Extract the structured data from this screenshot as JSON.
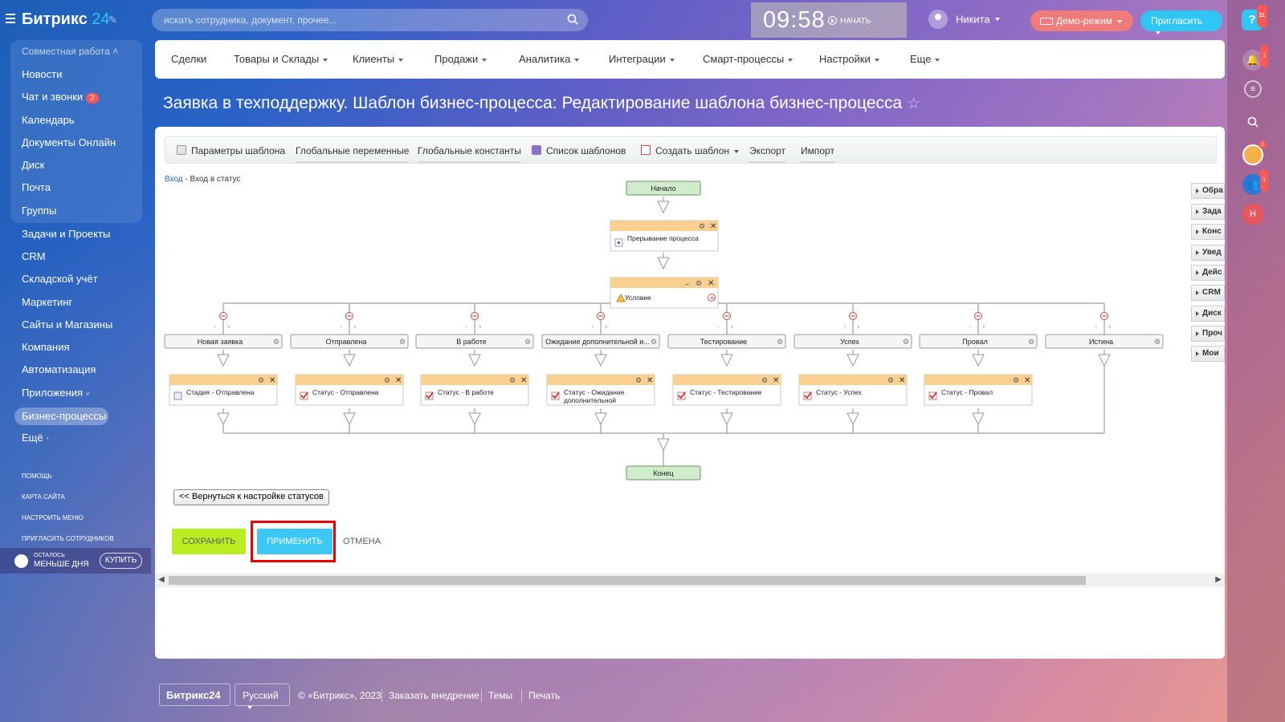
{
  "header": {
    "logo_main": "Битрикс",
    "logo_num": "24",
    "search_placeholder": "искать сотрудника, документ, прочее...",
    "clock": "09:58",
    "clock_start": "НАЧАТЬ",
    "user_name": "Никита",
    "demo_label": "Демо-режим",
    "invite_label": "Пригласить"
  },
  "right_bar": {
    "help_glyph": "?",
    "help_badge": "11",
    "bell_badge": "1",
    "avatar_badge": "1",
    "group_badge": "1",
    "user_initial": "Н"
  },
  "sidebar": {
    "group_title": "Совместная работа",
    "group_items": [
      {
        "label": "Новости"
      },
      {
        "label": "Чат и звонки",
        "badge": "2"
      },
      {
        "label": "Календарь"
      },
      {
        "label": "Документы Онлайн"
      },
      {
        "label": "Диск"
      },
      {
        "label": "Почта"
      },
      {
        "label": "Группы"
      }
    ],
    "items": [
      {
        "label": "Задачи и Проекты"
      },
      {
        "label": "CRM"
      },
      {
        "label": "Складской учёт"
      },
      {
        "label": "Маркетинг"
      },
      {
        "label": "Сайты и Магазины"
      },
      {
        "label": "Компания"
      },
      {
        "label": "Автоматизация"
      },
      {
        "label": "Приложения"
      },
      {
        "label": "Бизнес-процессы"
      },
      {
        "label": "Ещё ·"
      }
    ],
    "small_links": [
      "ПОМОЩЬ",
      "КАРТА САЙТА",
      "НАСТРОИТЬ МЕНЮ",
      "ПРИГЛАСИТЬ СОТРУДНИКОВ"
    ],
    "buy_left": "ОСТАЛОСЬ",
    "buy_time": "МЕНЬШЕ ДНЯ",
    "buy_btn": "КУПИТЬ"
  },
  "topmenu": [
    "Сделки",
    "Товары и Склады",
    "Клиенты",
    "Продажи",
    "Аналитика",
    "Интеграции",
    "Смарт-процессы",
    "Настройки",
    "Еще"
  ],
  "page_title": "Заявка в техподдержку. Шаблон бизнес-процесса: Редактирование шаблона бизнес-процесса",
  "toolbar": {
    "params": "Параметры шаблона",
    "globals": "Глобальные переменные",
    "constants": "Глобальные константы",
    "list": "Список шаблонов",
    "create": "Создать шаблон",
    "export": "Экспорт",
    "import": "Импорт"
  },
  "breadcrumb": {
    "root": "Вход",
    "sep": " - ",
    "current": "Вход в статус"
  },
  "diagram": {
    "start": "Начало",
    "interrupt": "Прерывание процесса",
    "condition": "Условие",
    "end": "Конец",
    "branches": [
      {
        "label": "Новая заявка",
        "action": "Стадия - Отправлена",
        "action2": ""
      },
      {
        "label": "Отправлена",
        "action": "Статус - Отправлена",
        "action2": ""
      },
      {
        "label": "В работе",
        "action": "Статус - В работе",
        "action2": ""
      },
      {
        "label": "Ожидание дополнительной и...",
        "action": "Статус - Ожидание",
        "action2": "дополнительной"
      },
      {
        "label": "Тестирование",
        "action": "Статус - Тестирование",
        "action2": ""
      },
      {
        "label": "Успех",
        "action": "Статус - Успех",
        "action2": ""
      },
      {
        "label": "Провал",
        "action": "Статус - Провал",
        "action2": ""
      },
      {
        "label": "Истина",
        "action": "",
        "action2": ""
      }
    ]
  },
  "side_tabs": [
    "Обра",
    "Зада",
    "Конс",
    "Увед",
    "Дейс",
    "CRM",
    "Диск",
    "Проч",
    "Мои"
  ],
  "actions": {
    "back": "<< Вернуться к настройке статусов",
    "save": "СОХРАНИТЬ",
    "apply": "ПРИМЕНИТЬ",
    "cancel": "ОТМЕНА"
  },
  "footer": {
    "logo": "Битрикс24",
    "lang": "Русский",
    "copyright": "© «Битрикс», 2023",
    "order": "Заказать внедрение",
    "themes": "Темы",
    "print": "Печать"
  }
}
